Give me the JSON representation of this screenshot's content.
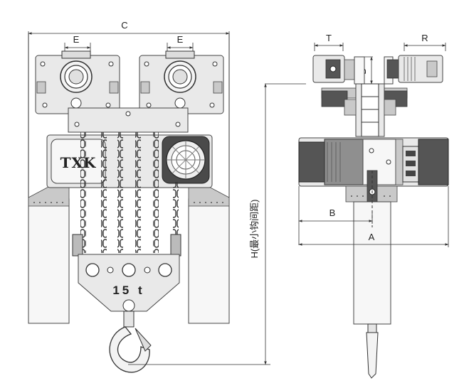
{
  "dimensions": {
    "C": "C",
    "E_left": "E",
    "E_right": "E",
    "T": "T",
    "R": "R",
    "D": "D",
    "B": "B",
    "A": "A",
    "H": "H(最小钩间距)"
  },
  "hoist": {
    "brand": "TXK",
    "capacity": "15 t"
  }
}
